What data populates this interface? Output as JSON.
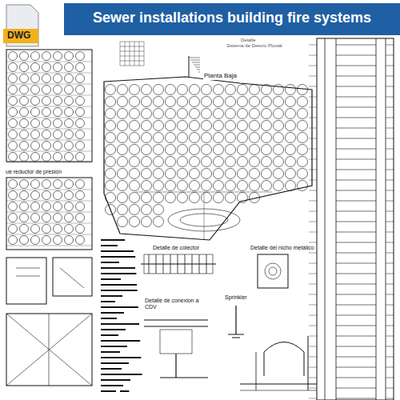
{
  "diagram": {
    "title": "Sewer installations building fire systems",
    "labels": [
      "DWG",
      "Detalle",
      "Sistema de Desvío Pluvial",
      "Planta Baja",
      "ue reductor de presión",
      "Detalle de colector",
      "Detalle del nicho metálico",
      "Sprinkler",
      "Detalle de conexion a CDV"
    ]
  }
}
